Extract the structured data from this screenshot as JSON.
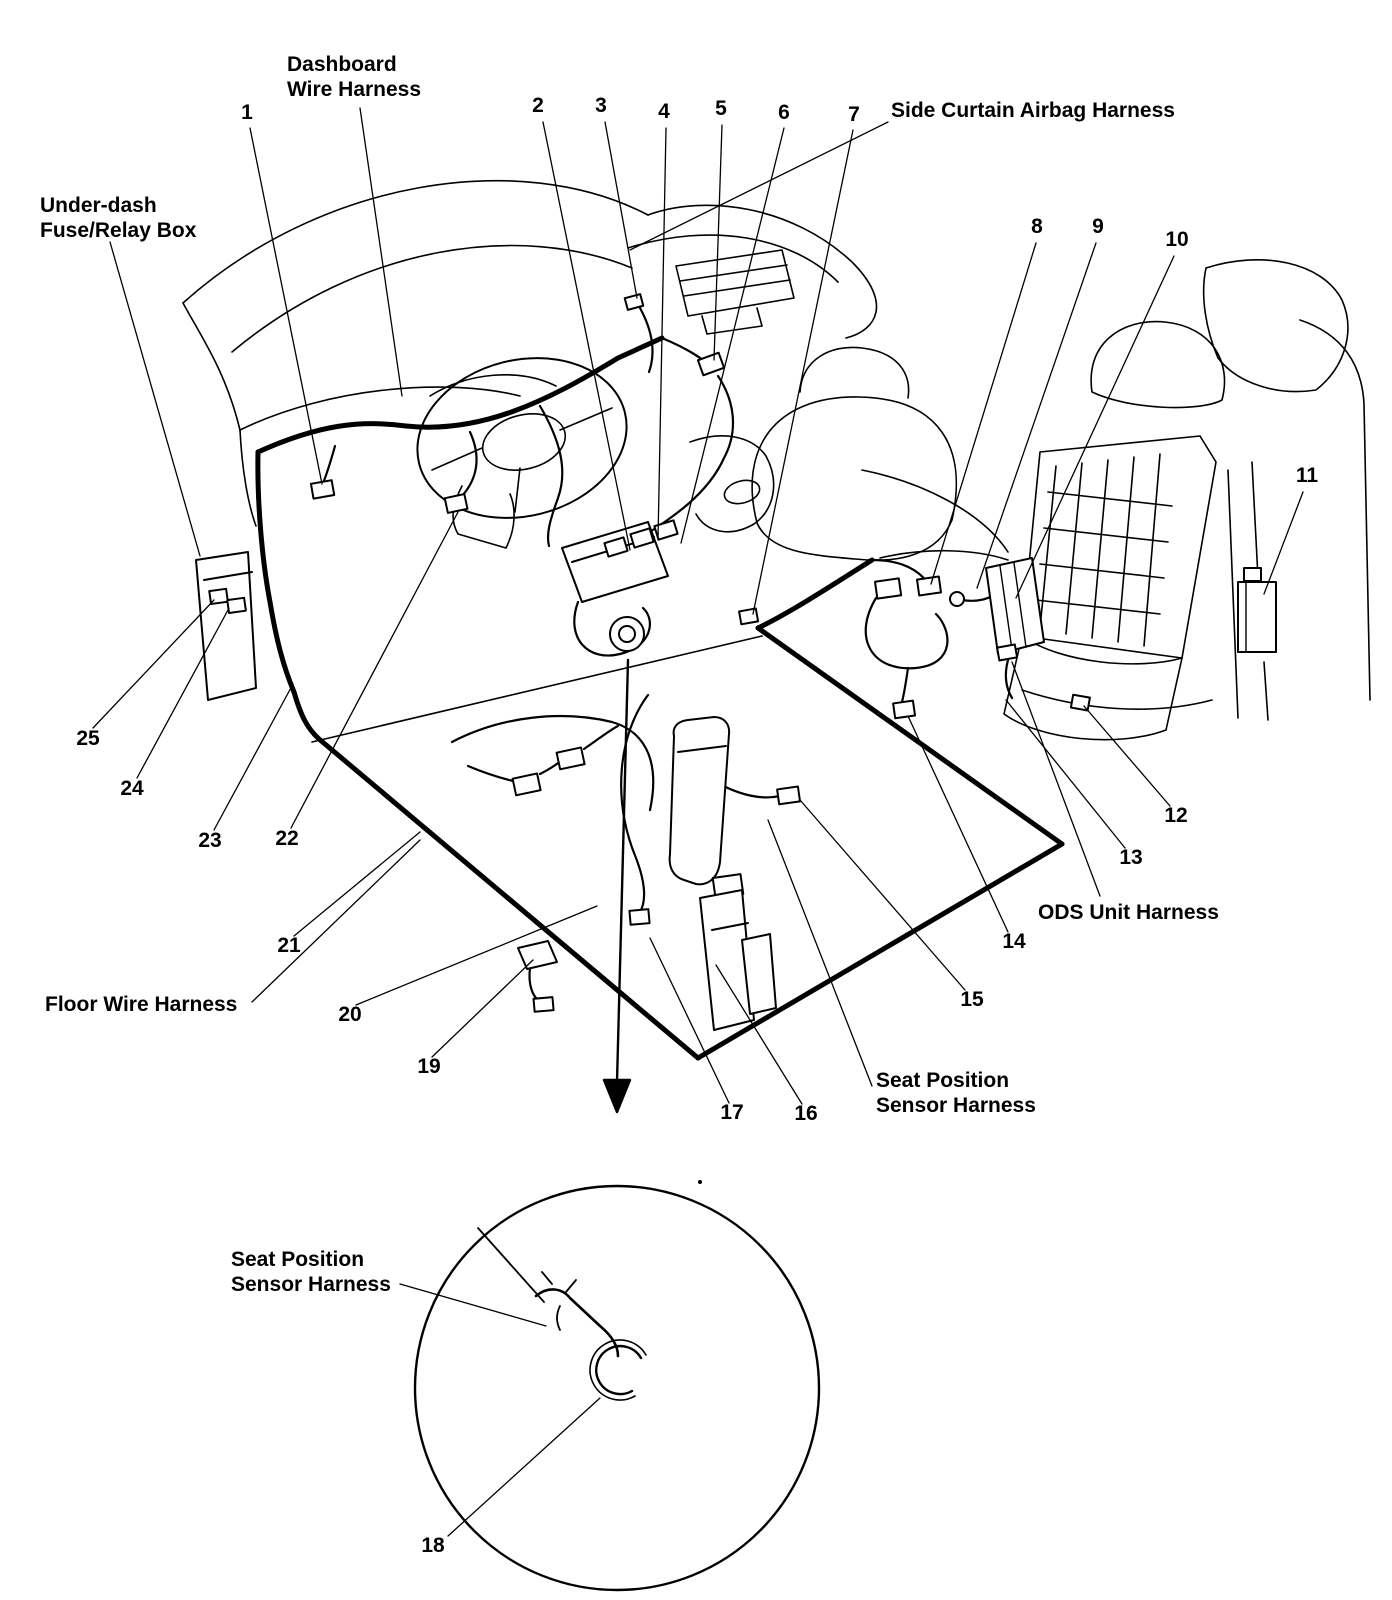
{
  "diagram": {
    "title": "SRS wiring harness location diagram",
    "colors": {
      "line": "#000000",
      "background": "#ffffff"
    },
    "labels": [
      {
        "id": "dashboard-wire-harness",
        "text": "Dashboard\nWire Harness"
      },
      {
        "id": "under-dash-fuse-relay-box",
        "text": "Under-dash\nFuse/Relay Box"
      },
      {
        "id": "side-curtain-airbag-harness",
        "text": "Side Curtain Airbag Harness"
      },
      {
        "id": "ods-unit-harness",
        "text": "ODS Unit Harness"
      },
      {
        "id": "floor-wire-harness",
        "text": "Floor Wire Harness"
      },
      {
        "id": "seat-position-sensor-harness-right",
        "text": "Seat Position\nSensor Harness"
      },
      {
        "id": "seat-position-sensor-harness-bottom",
        "text": "Seat Position\nSensor Harness"
      }
    ],
    "callouts": [
      {
        "n": "1"
      },
      {
        "n": "2"
      },
      {
        "n": "3"
      },
      {
        "n": "4"
      },
      {
        "n": "5"
      },
      {
        "n": "6"
      },
      {
        "n": "7"
      },
      {
        "n": "8"
      },
      {
        "n": "9"
      },
      {
        "n": "10"
      },
      {
        "n": "11"
      },
      {
        "n": "12"
      },
      {
        "n": "13"
      },
      {
        "n": "14"
      },
      {
        "n": "15"
      },
      {
        "n": "16"
      },
      {
        "n": "17"
      },
      {
        "n": "18"
      },
      {
        "n": "19"
      },
      {
        "n": "20"
      },
      {
        "n": "21"
      },
      {
        "n": "22"
      },
      {
        "n": "23"
      },
      {
        "n": "24"
      },
      {
        "n": "25"
      }
    ]
  }
}
